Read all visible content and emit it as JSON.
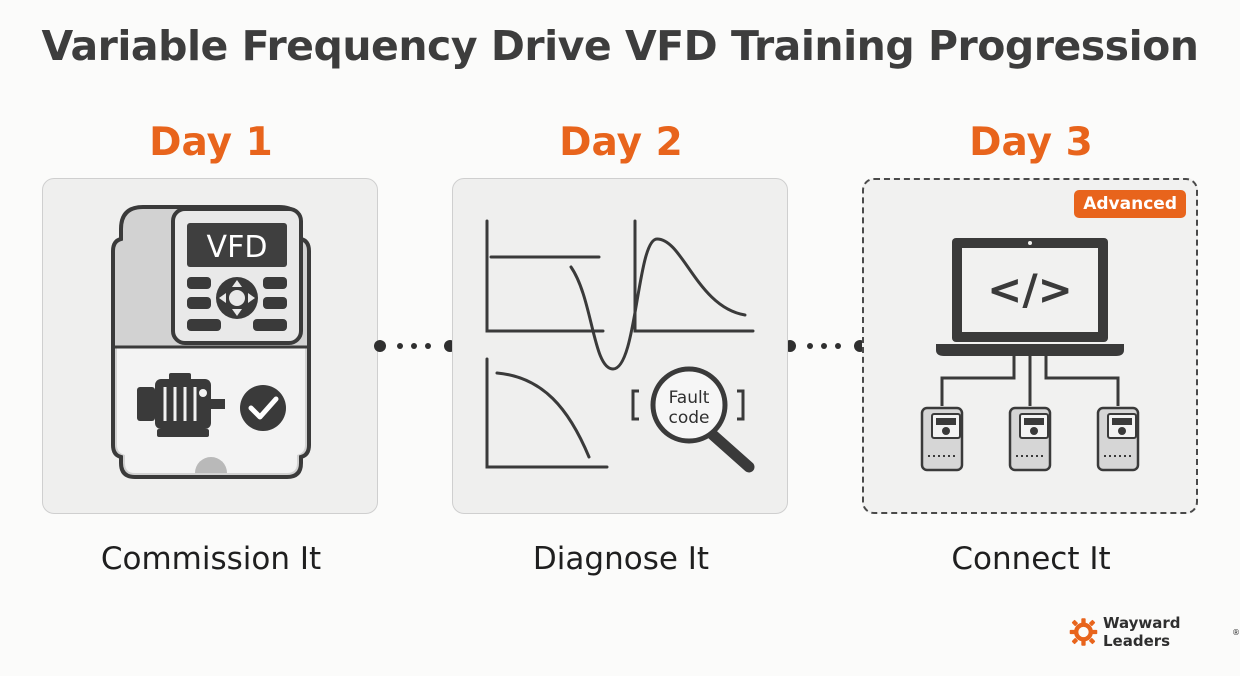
{
  "title": "Variable Frequency Drive VFD Training Progression",
  "steps": [
    {
      "day": "Day 1",
      "caption": "Commission It",
      "device_label": "VFD"
    },
    {
      "day": "Day 2",
      "caption": "Diagnose It",
      "fault_line1": "Fault",
      "fault_line2": "code"
    },
    {
      "day": "Day 3",
      "caption": "Connect It",
      "badge": "Advanced",
      "code_symbol": "</>"
    }
  ],
  "logo": {
    "text": "Wayward Leaders",
    "mark": "®"
  },
  "colors": {
    "accent": "#e8641c",
    "ink": "#3d3d3d",
    "panel": "#efefee"
  }
}
